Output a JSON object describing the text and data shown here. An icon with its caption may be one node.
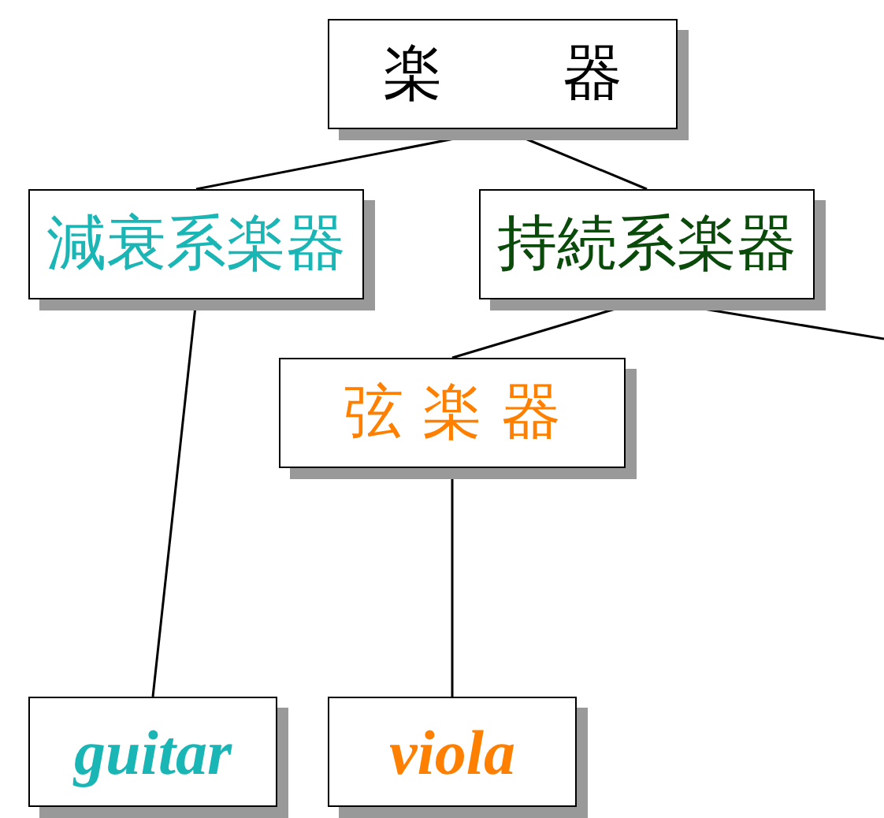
{
  "diagram": {
    "nodes": [
      {
        "text": [
          "楽　　器"
        ]
      },
      {
        "text": [
          "減衰系楽器"
        ]
      },
      {
        "text": [
          "持続系楽器"
        ]
      },
      {
        "text": [
          "弦 楽 器"
        ]
      },
      {
        "text": [
          "guitar"
        ]
      },
      {
        "text": [
          "viola"
        ]
      }
    ],
    "edges": [
      {
        "from": 0,
        "to": 1,
        "arrow": "none"
      },
      {
        "from": 0,
        "to": 2,
        "arrow": "none"
      },
      {
        "from": 2,
        "to": 3,
        "arrow": "none"
      },
      {
        "from": 2,
        "to": null,
        "arrow": "none"
      },
      {
        "from": 1,
        "to": 4,
        "arrow": "none"
      },
      {
        "from": 3,
        "to": 5,
        "arrow": "none"
      }
    ]
  }
}
